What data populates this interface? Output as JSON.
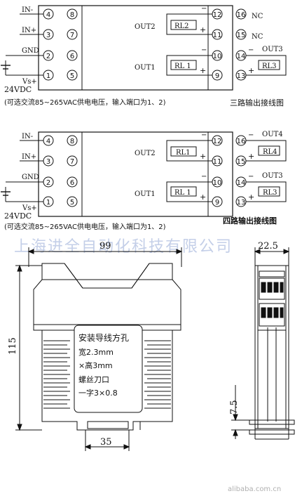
{
  "wiring_three": {
    "terminals_left": [
      "4",
      "3",
      "2",
      "1"
    ],
    "terminals_left2": [
      "8",
      "7",
      "6",
      "5"
    ],
    "terminals_right1": [
      "12",
      "11",
      "10",
      "9"
    ],
    "terminals_right2": [
      "16",
      "15",
      "14",
      "13"
    ],
    "in_minus": "IN-",
    "in_plus": "IN+",
    "gnd": "GND",
    "vs_plus": "Vs+",
    "supply": "24VDC",
    "out2": "OUT2",
    "out1": "OUT1",
    "rl2": "RL2",
    "rl1": "RL 1",
    "rl3": "RL3",
    "out3": "OUT3",
    "nc1": "NC",
    "nc2": "NC",
    "note": "(可选交流85~265VAC供电电压，输入端口为1、2)",
    "title": "三路输出接线图"
  },
  "wiring_four": {
    "terminals_left": [
      "4",
      "3",
      "2",
      "1"
    ],
    "terminals_left2": [
      "8",
      "7",
      "6",
      "5"
    ],
    "terminals_right1": [
      "12",
      "11",
      "10",
      "9"
    ],
    "terminals_right2": [
      "16",
      "15",
      "14",
      "13"
    ],
    "in_minus": "IN-",
    "in_plus": "IN+",
    "gnd": "GND",
    "vs_plus": "Vs+",
    "supply": "24VDC",
    "out2": "OUT2",
    "out1": "OUT1",
    "rl1a": "RL1",
    "rl1b": "RL 1",
    "rl4": "RL4",
    "rl3": "RL3",
    "out4": "OUT4",
    "out3": "OUT3",
    "note": "(可选交流85~265VAC供电电压，输入端口为1、2)",
    "title": "四路输出接线图"
  },
  "dimensions": {
    "width": "99",
    "height": "115",
    "depth": "22.5",
    "rail": "35",
    "offset": "7.5",
    "box_lines": [
      "安装导线方孔",
      "宽2.3mm",
      "×高3mm",
      "螺丝刀口",
      "一字3×0.8"
    ]
  },
  "watermark": "上海进全自动化科技有限公司",
  "footer": "alibaba.com.cn"
}
